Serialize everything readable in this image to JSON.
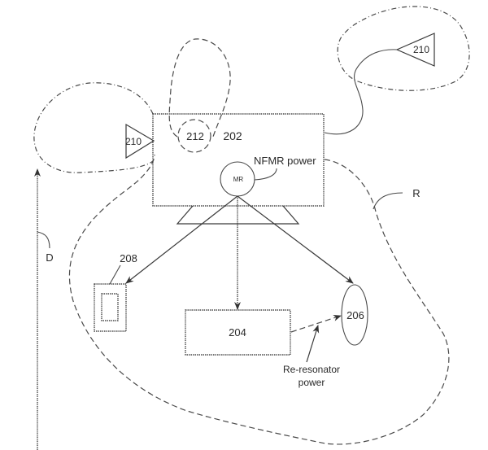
{
  "diagram": {
    "labels": {
      "device_202": "202",
      "resonator_mr": "MR",
      "nfmr_power": "NFMR power",
      "device_204": "204",
      "device_206": "206",
      "device_208": "208",
      "peripheral_210_left": "210",
      "peripheral_210_right": "210",
      "region_212": "212",
      "range_r": "R",
      "distance_d": "D",
      "re_resonator_power_line1": "Re-resonator",
      "re_resonator_power_line2": "power"
    },
    "colors": {
      "ink": "#3a3a3a",
      "background": "#ffffff"
    }
  }
}
